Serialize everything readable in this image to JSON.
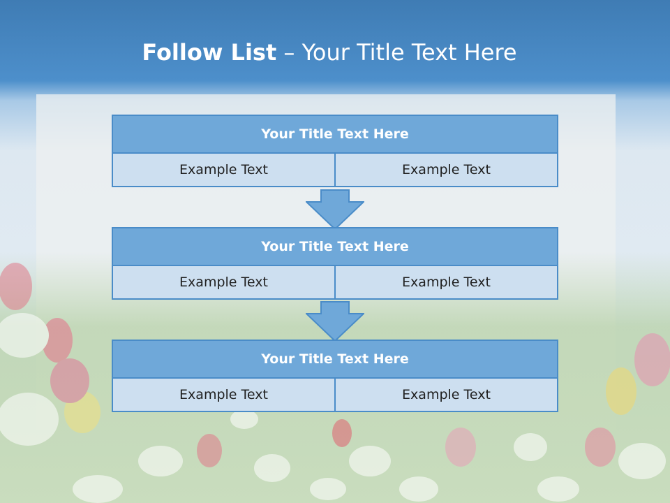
{
  "slide": {
    "title_bold": "Follow List",
    "title_rest": " – Your Title Text Here"
  },
  "blocks": [
    {
      "title": "Your Title Text Here",
      "left": "Example Text",
      "right": "Example Text"
    },
    {
      "title": "Your Title Text Here",
      "left": "Example Text",
      "right": "Example Text"
    },
    {
      "title": "Your Title Text Here",
      "left": "Example Text",
      "right": "Example Text"
    }
  ],
  "colors": {
    "header_fill": "#6fa8d9",
    "cell_fill": "#cddff0",
    "border": "#4a8cc8",
    "sky_top": "#3f7fb8"
  }
}
